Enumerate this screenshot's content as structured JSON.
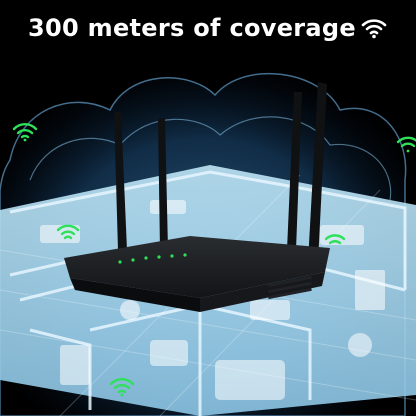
{
  "headline": {
    "text": "300 meters of coverage",
    "icon": "wifi-signal-icon"
  },
  "colors": {
    "background": "#000000",
    "coverage_blue": "#2f7fc9",
    "floorplan_light": "#b9e2f5",
    "router_body": "#1a1c1f",
    "signal_green": "#2fe05a",
    "headline_text": "#ffffff"
  },
  "icons": [
    "wifi-signal-icon",
    "router-icon",
    "antenna-icon",
    "signal-led-icon",
    "floorplan-icon"
  ],
  "router": {
    "antennas": 4,
    "leds": 6
  }
}
